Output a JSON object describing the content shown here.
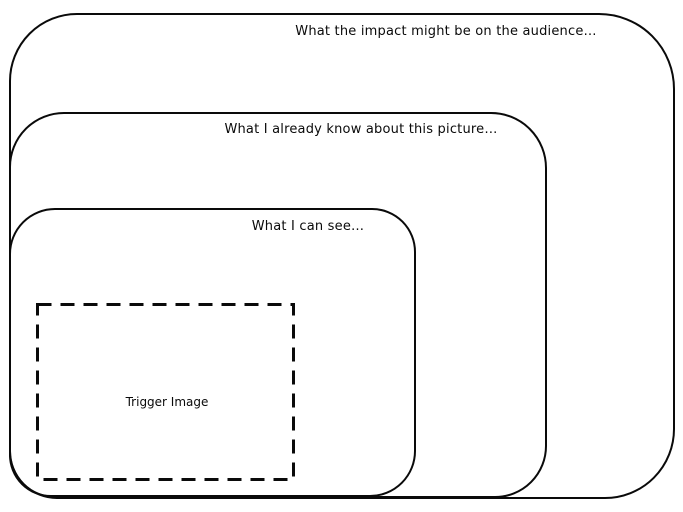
{
  "page": {
    "background": "#ffffff",
    "stroke_color": "#0a0a0a",
    "text_color": "#0a0a0a"
  },
  "frames": [
    {
      "id": "audience",
      "label": "What the impact might be on the audience…"
    },
    {
      "id": "prior-knowledge",
      "label": "What I already know about this picture…"
    },
    {
      "id": "can-see",
      "label": "What I can see…"
    }
  ],
  "trigger": {
    "label": "Trigger Image"
  }
}
